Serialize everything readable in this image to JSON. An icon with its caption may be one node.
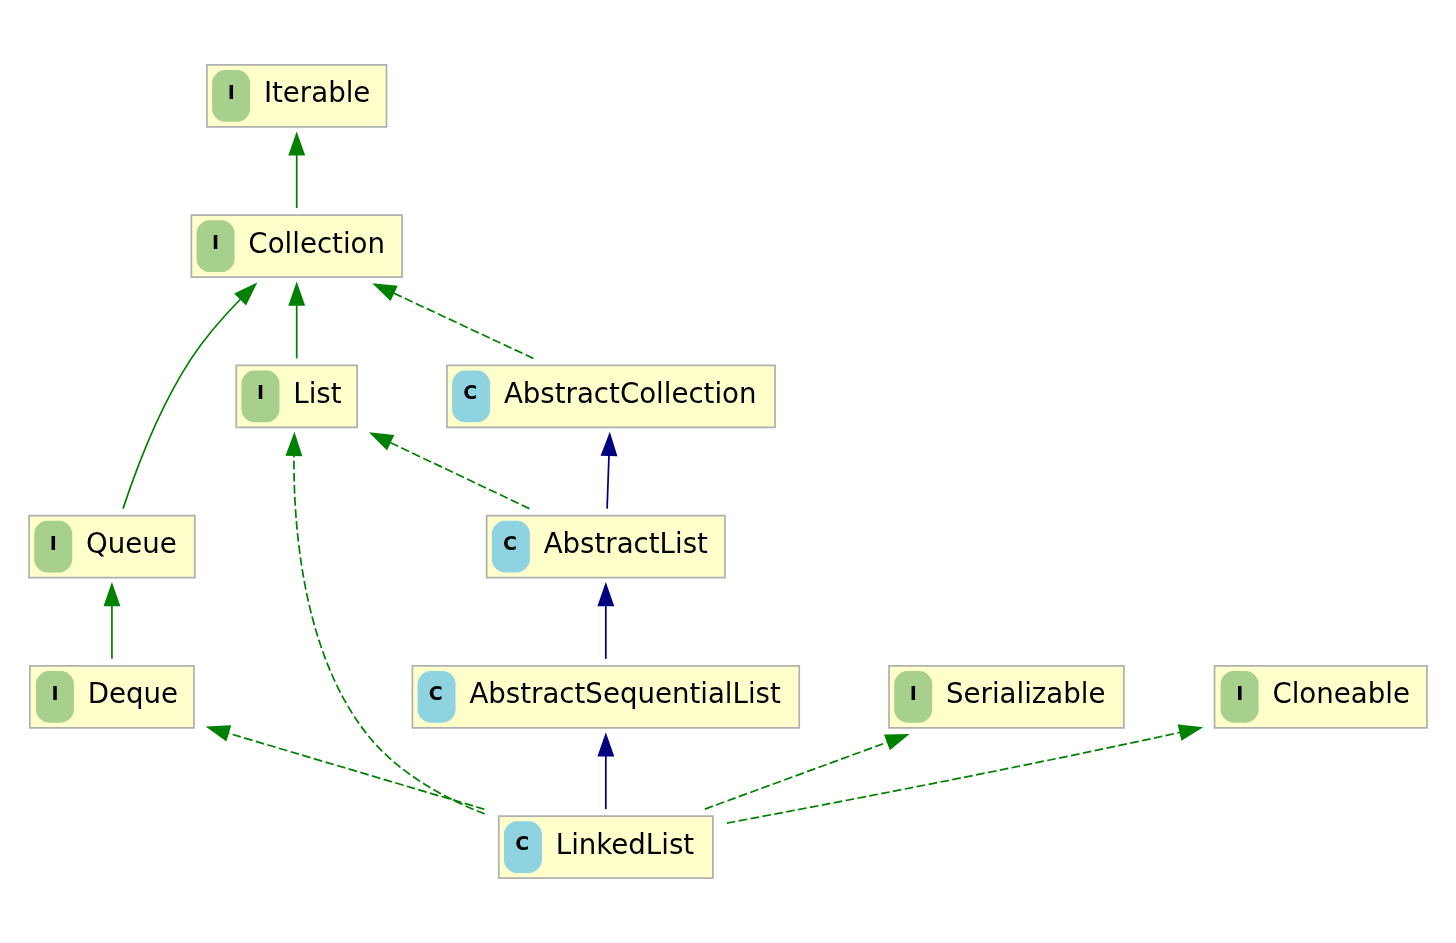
{
  "diagram": {
    "nodes": [
      {
        "text": [
          "I",
          "Iterable"
        ]
      },
      {
        "text": [
          "I",
          "Collection"
        ]
      },
      {
        "text": [
          "I",
          "Queue"
        ]
      },
      {
        "text": [
          "I",
          "List"
        ]
      },
      {
        "text": [
          "C",
          "AbstractCollection"
        ]
      },
      {
        "text": [
          "I",
          "Deque"
        ]
      },
      {
        "text": [
          "C",
          "AbstractList"
        ]
      },
      {
        "text": [
          "C",
          "AbstractSequentialList"
        ]
      },
      {
        "text": [
          "I",
          "Serializable"
        ]
      },
      {
        "text": [
          "I",
          "Cloneable"
        ]
      },
      {
        "text": [
          "C",
          "LinkedList"
        ]
      }
    ],
    "edges": [
      {
        "from": 1,
        "to": 0,
        "arrow": "to"
      },
      {
        "from": 2,
        "to": 1,
        "arrow": "to"
      },
      {
        "from": 3,
        "to": 1,
        "arrow": "to"
      },
      {
        "from": 4,
        "to": 1,
        "arrow": "to",
        "style": "dashed"
      },
      {
        "from": 5,
        "to": 2,
        "arrow": "to"
      },
      {
        "from": 6,
        "to": 3,
        "arrow": "to",
        "style": "dashed"
      },
      {
        "from": 6,
        "to": 4,
        "arrow": "to",
        "color": "#000080"
      },
      {
        "from": 7,
        "to": 6,
        "arrow": "to",
        "color": "#000080"
      },
      {
        "from": 10,
        "to": 7,
        "arrow": "to",
        "color": "#000080"
      },
      {
        "from": 10,
        "to": 5,
        "arrow": "to",
        "style": "dashed"
      },
      {
        "from": 10,
        "to": 3,
        "arrow": "to",
        "style": "dashed"
      },
      {
        "from": 10,
        "to": 8,
        "arrow": "to",
        "style": "dashed"
      },
      {
        "from": 10,
        "to": 9,
        "arrow": "to",
        "style": "dashed"
      }
    ]
  }
}
